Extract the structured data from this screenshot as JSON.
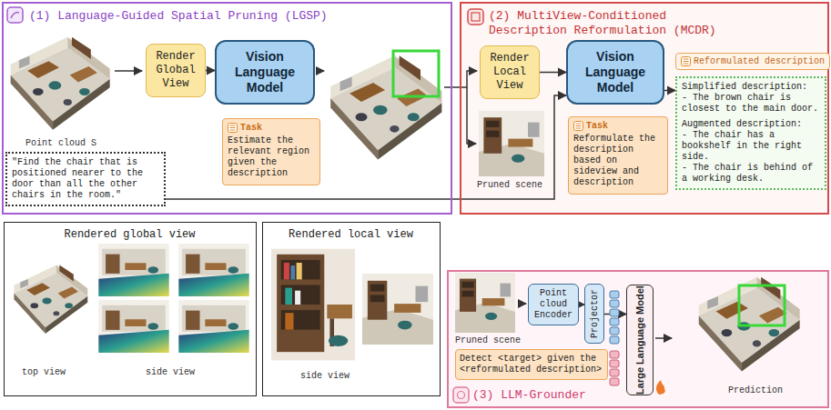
{
  "diagram": {
    "nodes": [
      {
        "text": [
          "(1) Language-Guided Spatial Pruning (LGSP)"
        ]
      },
      {
        "text": [
          "Render Global View"
        ],
        "in": 0
      },
      {
        "text": [
          "Vision Language Model"
        ],
        "in": 0
      },
      {
        "text": [
          "Task",
          "Estimate the relevant region given the description"
        ],
        "in": 0
      },
      {
        "text": [
          "\"Find the chair that is positioned nearer to the door than all the other chairs in the room.\""
        ],
        "in": 0
      },
      {
        "text": [
          "(2) MultiView-Conditioned Description Reformulation (MCDR)"
        ]
      },
      {
        "text": [
          "Render Local View"
        ],
        "in": 5
      },
      {
        "text": [
          "Vision Language Model"
        ],
        "in": 5
      },
      {
        "text": [
          "Task",
          "Reformulate the description based on sideview and description"
        ],
        "in": 5
      },
      {
        "text": [
          "Reformulated description"
        ],
        "in": 5
      },
      {
        "text": [
          "Simplified description:",
          "- The brown chair is closest to the main door.",
          "Augmented description:",
          "- The chair has a bookshelf in the right side.",
          "- The chair is behind of a working desk."
        ],
        "in": 5
      },
      {
        "text": [
          "Rendered global view"
        ]
      },
      {
        "text": [
          "Rendered local view"
        ]
      },
      {
        "text": [
          "(3) LLM-Grounder"
        ]
      },
      {
        "text": [
          "Point cloud Encoder"
        ],
        "in": 13
      },
      {
        "text": [
          "Projector"
        ],
        "in": 13
      },
      {
        "text": [
          "Large Language Model"
        ],
        "in": 13
      },
      {
        "text": [
          "Detect <target> given the <reformulated description>"
        ],
        "in": 13
      }
    ],
    "edges": [
      {
        "from": 1,
        "to": 2,
        "arrow": "to"
      },
      {
        "from": 6,
        "to": 7,
        "arrow": "to"
      },
      {
        "from": 4,
        "to": 7,
        "arrow": "to"
      },
      {
        "from": 7,
        "to": 10,
        "arrow": "to"
      },
      {
        "from": 14,
        "to": 15,
        "arrow": "to"
      },
      {
        "from": 15,
        "to": 16,
        "arrow": "to"
      }
    ],
    "labels": [
      "Point cloud S",
      "Pruned scene",
      "top view",
      "side view",
      "side view",
      "Pruned scene",
      "Prediction"
    ]
  }
}
